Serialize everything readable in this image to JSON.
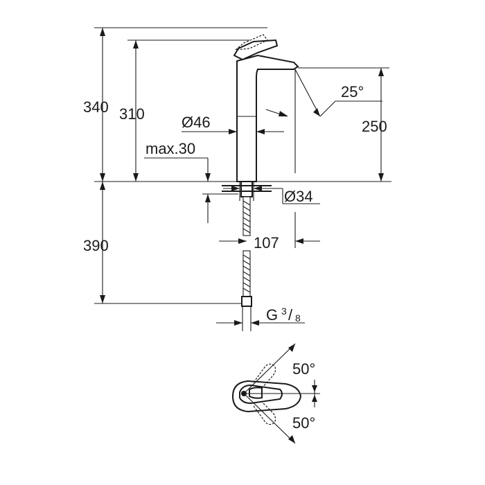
{
  "drawing": {
    "dimensions": {
      "total_height": "340",
      "body_height": "310",
      "spout_height": "250",
      "spout_angle": "25°",
      "body_diameter": "Ø46",
      "max_deck_thickness": "max.30",
      "shank_diameter": "Ø34",
      "spout_reach": "107",
      "hose_length": "390",
      "connection_thread_prefix": "G",
      "connection_thread_numerator": "3",
      "connection_thread_slash": "/",
      "connection_thread_denominator": "8",
      "lever_angle_top": "50°",
      "lever_angle_bottom": "50°"
    }
  }
}
